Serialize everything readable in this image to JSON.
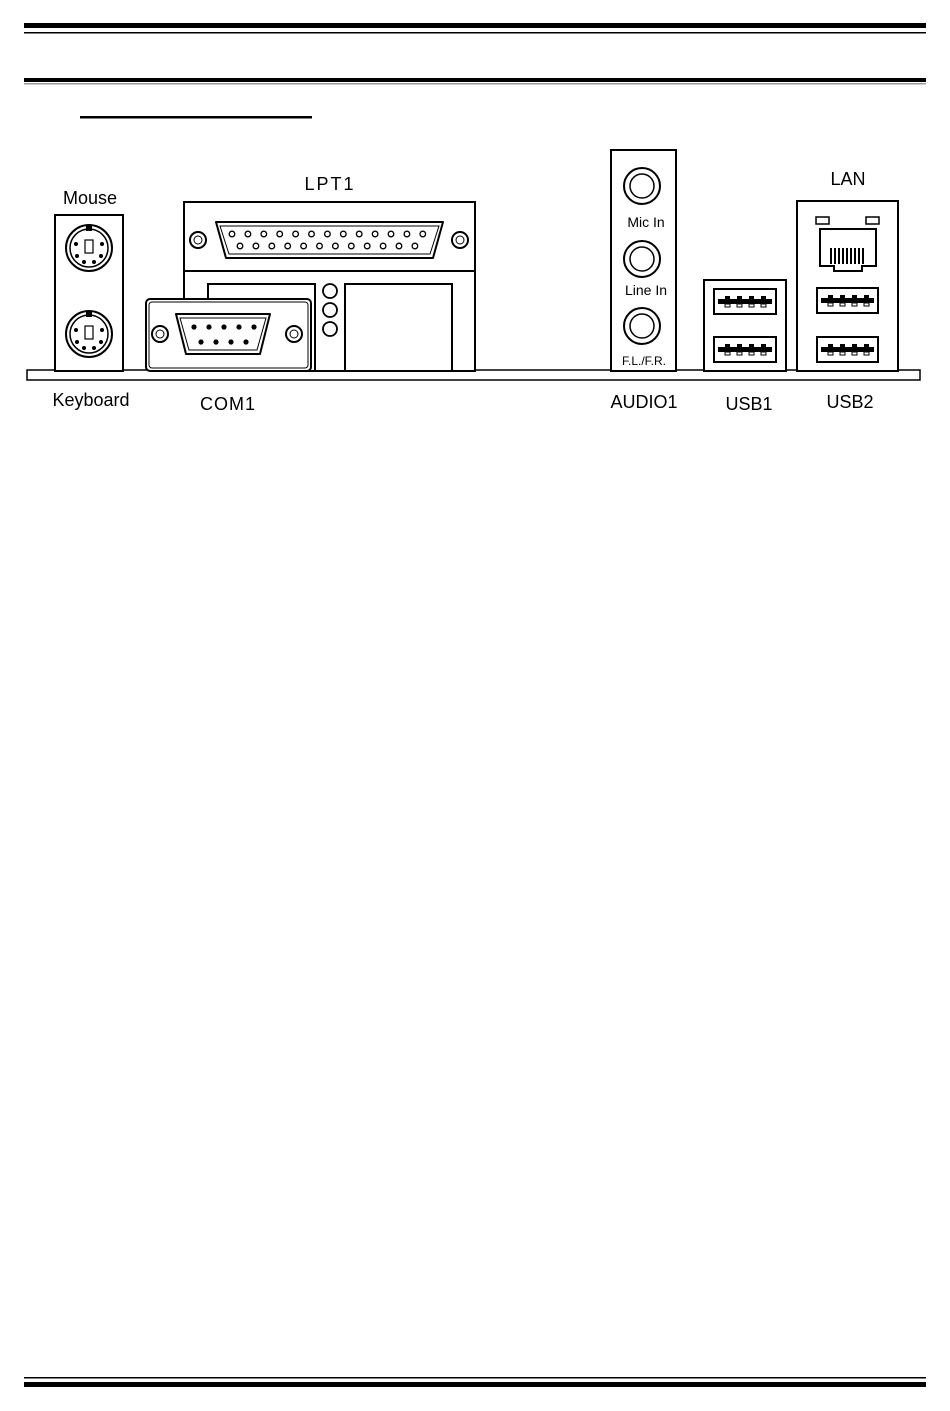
{
  "labels": {
    "mouse": "Mouse",
    "keyboard": "Keyboard",
    "lpt1": "LPT1",
    "com1": "COM1",
    "mic_in": "Mic In",
    "line_in": "Line In",
    "fl_fr": "F.L./F.R.",
    "audio1": "AUDIO1",
    "usb1": "USB1",
    "usb2": "USB2",
    "lan": "LAN"
  },
  "colors": {
    "ink": "#000000",
    "paper": "#ffffff"
  }
}
